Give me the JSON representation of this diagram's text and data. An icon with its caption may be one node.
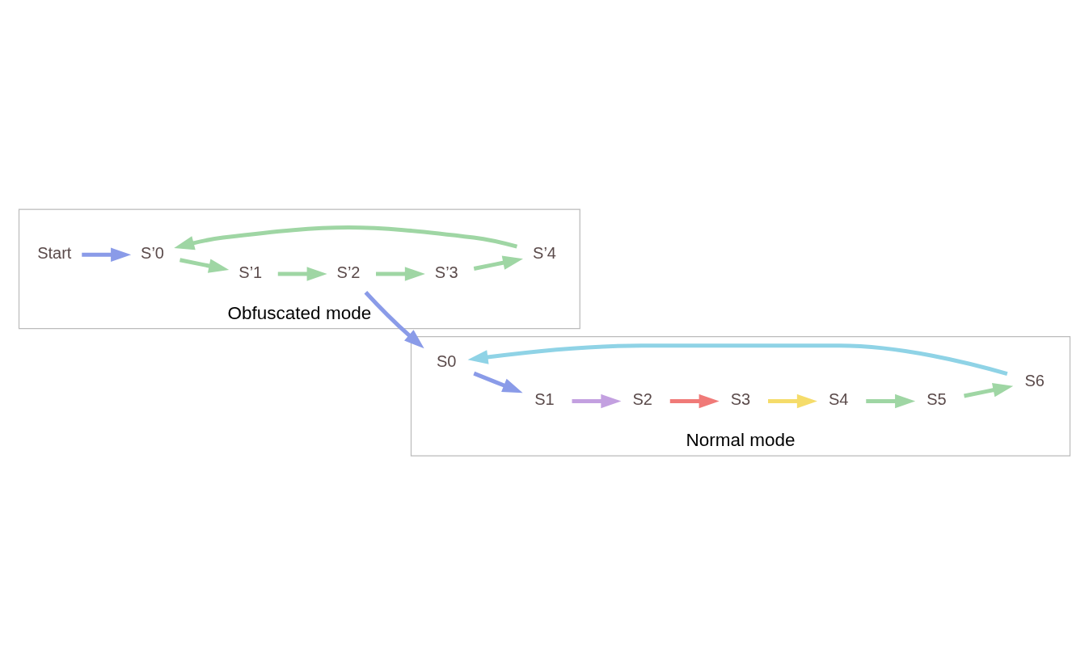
{
  "diagram": {
    "nodes": [
      {
        "text": [
          "Obfuscated mode"
        ]
      },
      {
        "text": [
          "Start"
        ],
        "in": 0
      },
      {
        "text": [
          "S’0"
        ],
        "in": 0
      },
      {
        "text": [
          "S’1"
        ],
        "in": 0
      },
      {
        "text": [
          "S’2"
        ],
        "in": 0
      },
      {
        "text": [
          "S’3"
        ],
        "in": 0
      },
      {
        "text": [
          "S’4"
        ],
        "in": 0
      },
      {
        "text": [
          "Normal mode"
        ]
      },
      {
        "text": [
          "S0"
        ],
        "in": 7
      },
      {
        "text": [
          "S1"
        ],
        "in": 7
      },
      {
        "text": [
          "S2"
        ],
        "in": 7
      },
      {
        "text": [
          "S3"
        ],
        "in": 7
      },
      {
        "text": [
          "S4"
        ],
        "in": 7
      },
      {
        "text": [
          "S5"
        ],
        "in": 7
      },
      {
        "text": [
          "S6"
        ],
        "in": 7
      }
    ],
    "edges": [
      {
        "from": 1,
        "to": 2,
        "arrow": "to",
        "color": "#8a9be8"
      },
      {
        "from": 2,
        "to": 3,
        "arrow": "to"
      },
      {
        "from": 3,
        "to": 4,
        "arrow": "to"
      },
      {
        "from": 4,
        "to": 5,
        "arrow": "to"
      },
      {
        "from": 5,
        "to": 6,
        "arrow": "to"
      },
      {
        "from": 6,
        "to": 2,
        "arrow": "to"
      },
      {
        "from": 4,
        "to": 8,
        "arrow": "to",
        "color": "#8a9be8"
      },
      {
        "from": 8,
        "to": 9,
        "arrow": "to",
        "color": "#8a9be8"
      },
      {
        "from": 9,
        "to": 10,
        "arrow": "to",
        "color": "#c3a0e0"
      },
      {
        "from": 10,
        "to": 11,
        "arrow": "to",
        "color": "#f07a78"
      },
      {
        "from": 11,
        "to": 12,
        "arrow": "to",
        "color": "#f5dc6a"
      },
      {
        "from": 12,
        "to": 13,
        "arrow": "to"
      },
      {
        "from": 13,
        "to": 14,
        "arrow": "to"
      },
      {
        "from": 14,
        "to": 8,
        "arrow": "to",
        "color": "#8fd3e6"
      }
    ]
  }
}
